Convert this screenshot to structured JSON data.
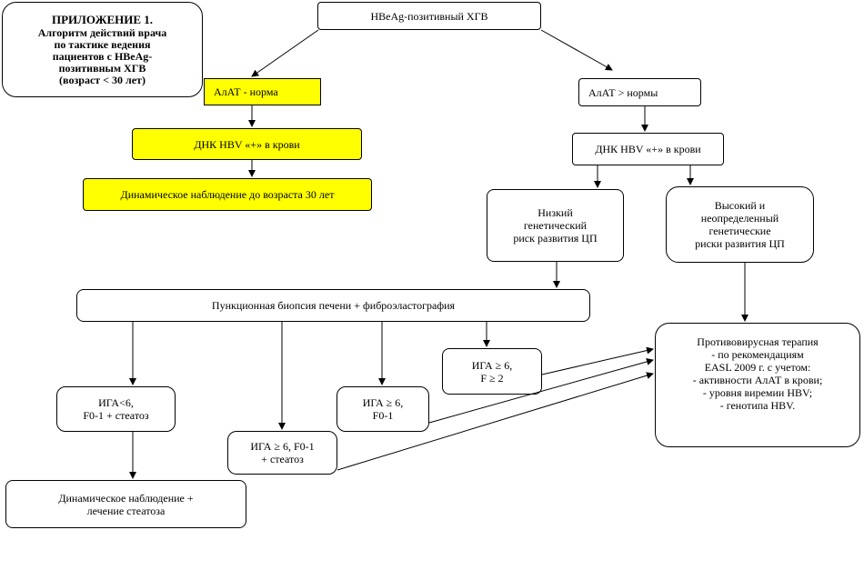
{
  "appendix": {
    "title": "ПРИЛОЖЕНИЕ 1.",
    "body": "Алгоритм действий врача\nпо тактике ведения\nпациентов с HBeAg-\nпозитивным ХГВ\n(возраст < 30 лет)"
  },
  "nodes": {
    "root": "HBeAg-позитивный ХГВ",
    "alt_normal": "АлАТ - норма",
    "dna_left": "ДНК HBV «+» в крови",
    "observation_30": "Динамическое наблюдение до возраста 30 лет",
    "alt_above": "АлАТ  > нормы",
    "dna_right": "ДНК HBV «+» в крови",
    "low_risk": "Низкий\nгенетический\nриск развития ЦП",
    "high_risk": "Высокий и\nнеопределенный\nгенетические\nриски развития ЦП",
    "biopsy": "Пункционная биопсия печени + фиброэластография",
    "iga_f2": "ИГА ≥ 6,\nF ≥ 2",
    "antiviral": "Противовирусная терапия\n- по рекомендациям\nEASL 2009 г. с учетом:\n- активности АлАТ в крови;\n- уровня виремии  HBV;\n- генотипа HBV.",
    "iga_lt6": "ИГА<6,\nF0-1 + стеатоз",
    "iga_f01": "ИГА ≥ 6,\nF0-1",
    "iga_f01_steatosis": "ИГА ≥ 6, F0-1\n+ стеатоз",
    "observation_steatosis": "Динамическое наблюдение +\nлечение стеатоза"
  },
  "colors": {
    "highlight": "#ffff00",
    "line": "#000000"
  }
}
